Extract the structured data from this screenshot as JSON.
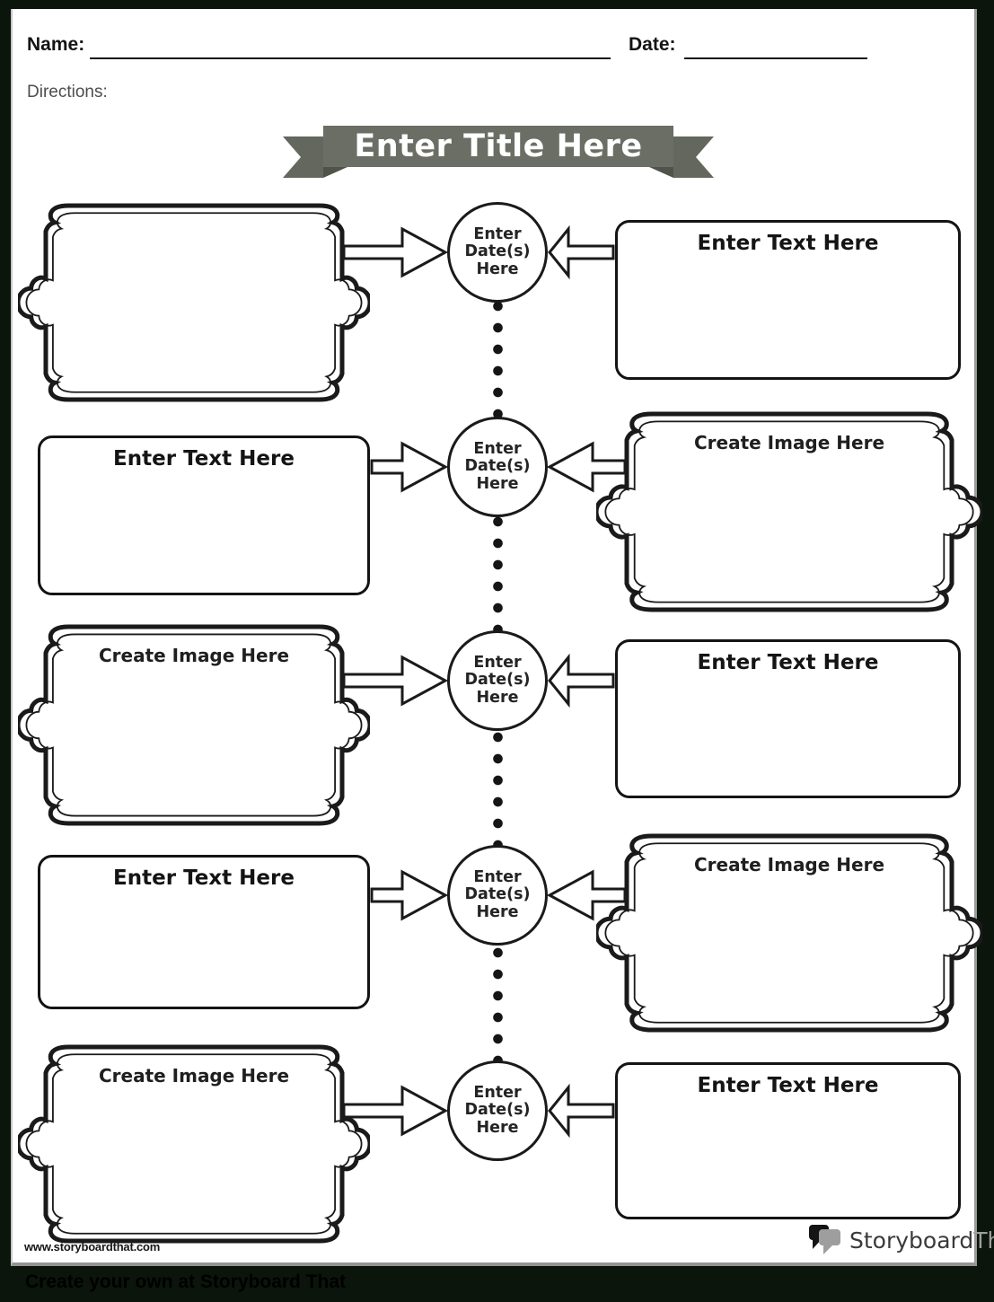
{
  "page": {
    "header": {
      "name_label": "Name:",
      "date_label": "Date:",
      "directions_label": "Directions:"
    },
    "banner": {
      "title": "Enter Title Here"
    },
    "timeline": {
      "date_circle": {
        "line1": "Enter",
        "line2": "Date(s)",
        "line3": "Here"
      },
      "rows": [
        {
          "left_type": "image-frame",
          "left_label": "",
          "right_type": "text-box",
          "right_label": "Enter Text Here"
        },
        {
          "left_type": "text-box",
          "left_label": "Enter Text Here",
          "right_type": "image-frame",
          "right_label": "Create Image Here"
        },
        {
          "left_type": "image-frame",
          "left_label": "Create Image Here",
          "right_type": "text-box",
          "right_label": "Enter Text Here"
        },
        {
          "left_type": "text-box",
          "left_label": "Enter Text Here",
          "right_type": "image-frame",
          "right_label": "Create Image Here"
        },
        {
          "left_type": "image-frame",
          "left_label": "Create Image Here",
          "right_type": "text-box",
          "right_label": "Enter Text Here"
        }
      ]
    },
    "footer": {
      "website": "www.storyboardthat.com",
      "logo_primary": "Storyboard",
      "logo_secondary": "That",
      "bottom_bar_text": "Create your own at Storyboard That"
    },
    "colors": {
      "ribbon": "#6b6e64",
      "ribbon_tail": "#64675d",
      "ribbon_fold": "#50534a",
      "ink": "#1a1a1a"
    }
  }
}
